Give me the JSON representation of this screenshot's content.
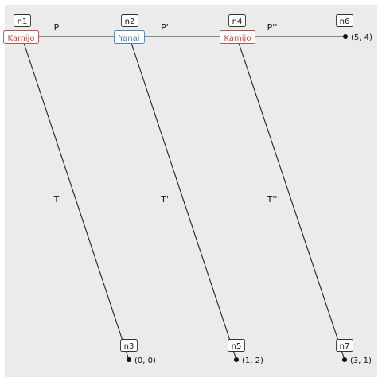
{
  "nodes": [
    {
      "id": "n1",
      "label": "n1",
      "player": "Kamijo",
      "player_color": "#c0504d"
    },
    {
      "id": "n2",
      "label": "n2",
      "player": "Yanai",
      "player_color": "#4f81bd"
    },
    {
      "id": "n4",
      "label": "n4",
      "player": "Kamijo",
      "player_color": "#c0504d"
    },
    {
      "id": "n6",
      "label": "n6",
      "payoff": "(5, 4)"
    },
    {
      "id": "n3",
      "label": "n3",
      "payoff": "(0, 0)"
    },
    {
      "id": "n5",
      "label": "n5",
      "payoff": "(1, 2)"
    },
    {
      "id": "n7",
      "label": "n7",
      "payoff": "(3, 1)"
    }
  ],
  "edges": [
    {
      "from": "n1",
      "to": "n2",
      "label": "P"
    },
    {
      "from": "n2",
      "to": "n4",
      "label": "P'"
    },
    {
      "from": "n4",
      "to": "n6",
      "label": "P''"
    },
    {
      "from": "n1",
      "to": "n3",
      "label": "T"
    },
    {
      "from": "n2",
      "to": "n5",
      "label": "T'"
    },
    {
      "from": "n4",
      "to": "n7",
      "label": "T''"
    }
  ],
  "colors": {
    "panel_background": "#ebebeb",
    "line": "#222222",
    "kamijo": "#c0504d",
    "yanai": "#4f81bd"
  }
}
